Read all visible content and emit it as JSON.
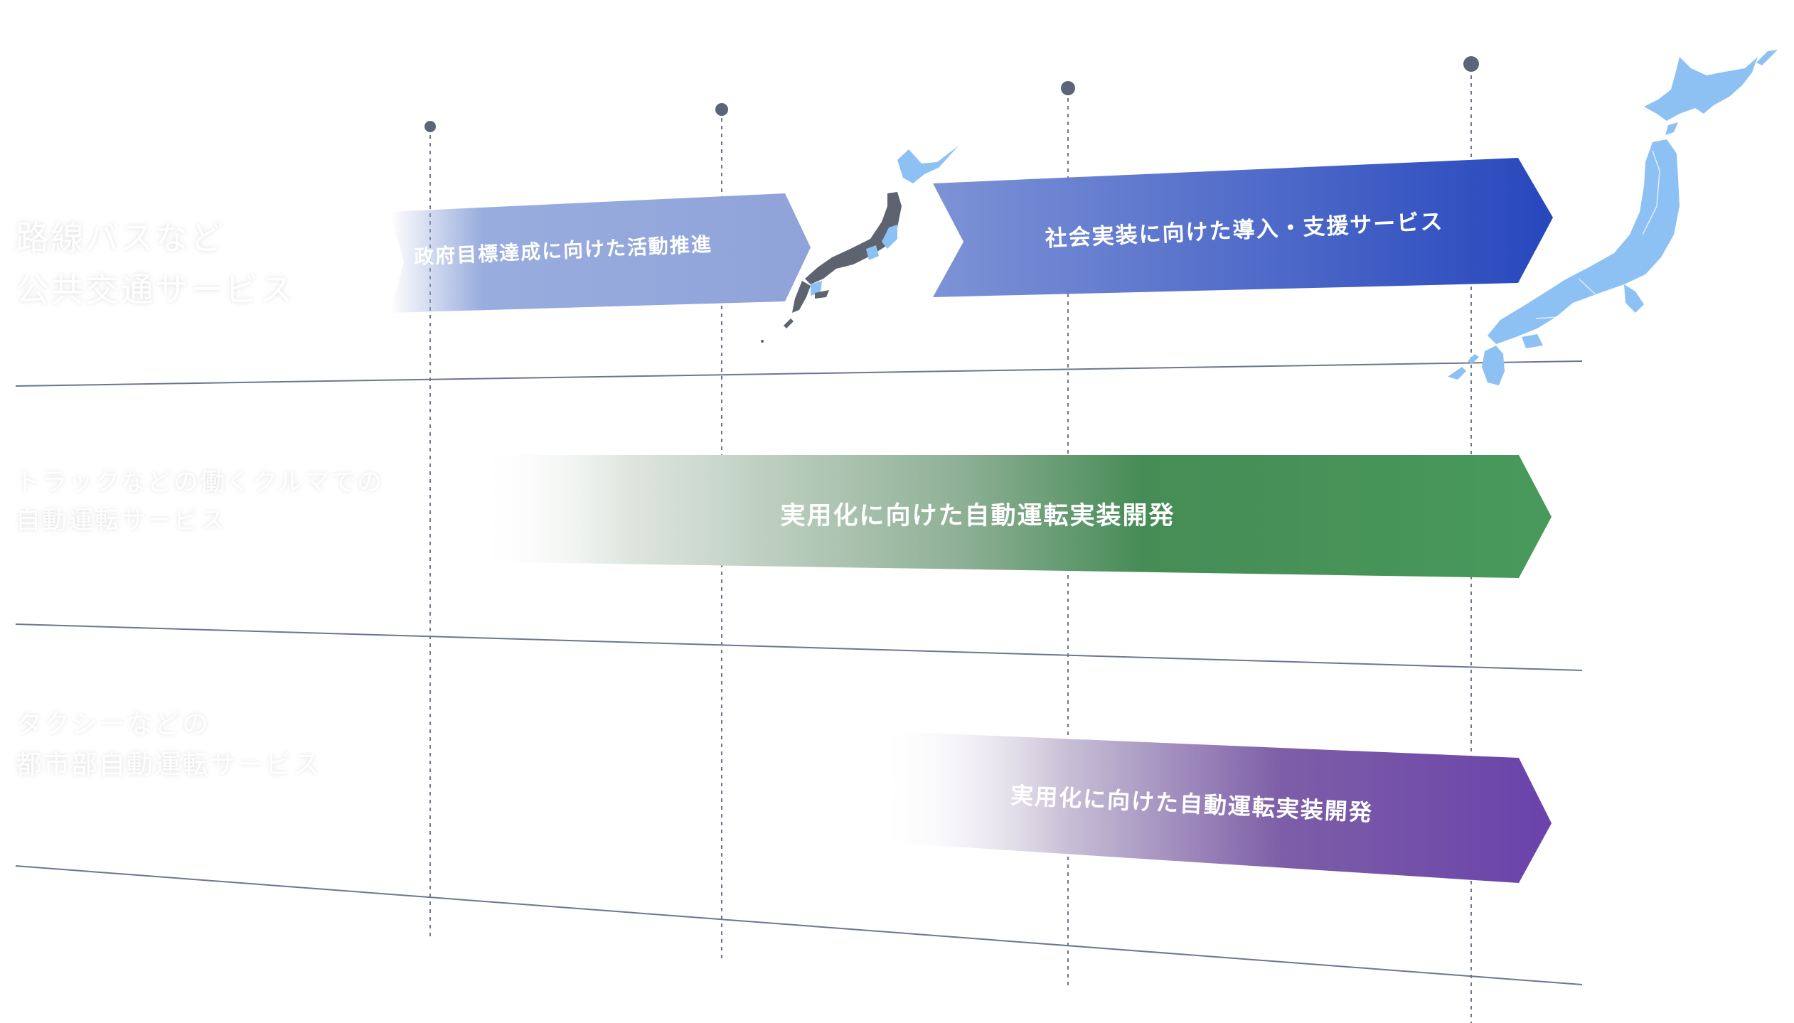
{
  "rows": [
    {
      "label_line1": "路線バスなど",
      "label_line2": "公共交通サービス"
    },
    {
      "label_line1": "トラックなどの働くクルマでの",
      "label_line2": "自動運転サービス"
    },
    {
      "label_line1": "タクシーなどの",
      "label_line2": "都市部自動運転サービス"
    }
  ],
  "arrows": {
    "gov_activities": "政府目標達成に向けた活動推進",
    "social_service": "社会実装に向けた導入・支援サービス",
    "truck_development": "実用化に向けた自動運転実装開発",
    "taxi_development": "実用化に向けた自動運転実装開発"
  },
  "colors": {
    "blue_light": "#94a8dc",
    "blue_dark": "#2747bd",
    "green": "#3f8f52",
    "purple": "#6741a8",
    "map_blue": "#8ec1f3",
    "map_gray": "#5e6370",
    "timeline_dot": "#5b6478",
    "divider": "#6d7690"
  },
  "icons": [
    "japan-map-icon"
  ]
}
